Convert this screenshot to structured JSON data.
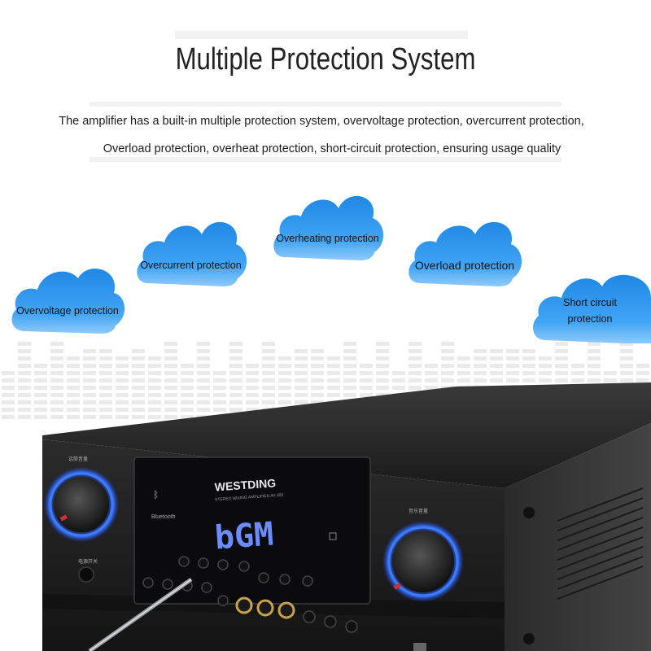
{
  "header": {
    "title": "Multiple Protection System",
    "description_line1": "The amplifier has a built-in multiple protection system, overvoltage protection, overcurrent protection,",
    "description_line2": "Overload protection, overheat protection, short-circuit protection, ensuring usage quality"
  },
  "clouds": [
    {
      "label": "Overvoltage protection"
    },
    {
      "label": "Overcurrent protection"
    },
    {
      "label": "Overheating protection"
    },
    {
      "label": "Overload protection"
    },
    {
      "label_line1": "Short circuit",
      "label_line2": "protection"
    }
  ],
  "amplifier": {
    "brand": "WESTDING",
    "subtitle": "STEREO MIXING AMPLIFIER AV-300",
    "display_value": "bGM",
    "bluetooth_label": "Bluetooth"
  },
  "colors": {
    "cloud_blue": "#2f9be8",
    "knob_ring": "#3a7bff",
    "display_led": "#6a8cff"
  }
}
